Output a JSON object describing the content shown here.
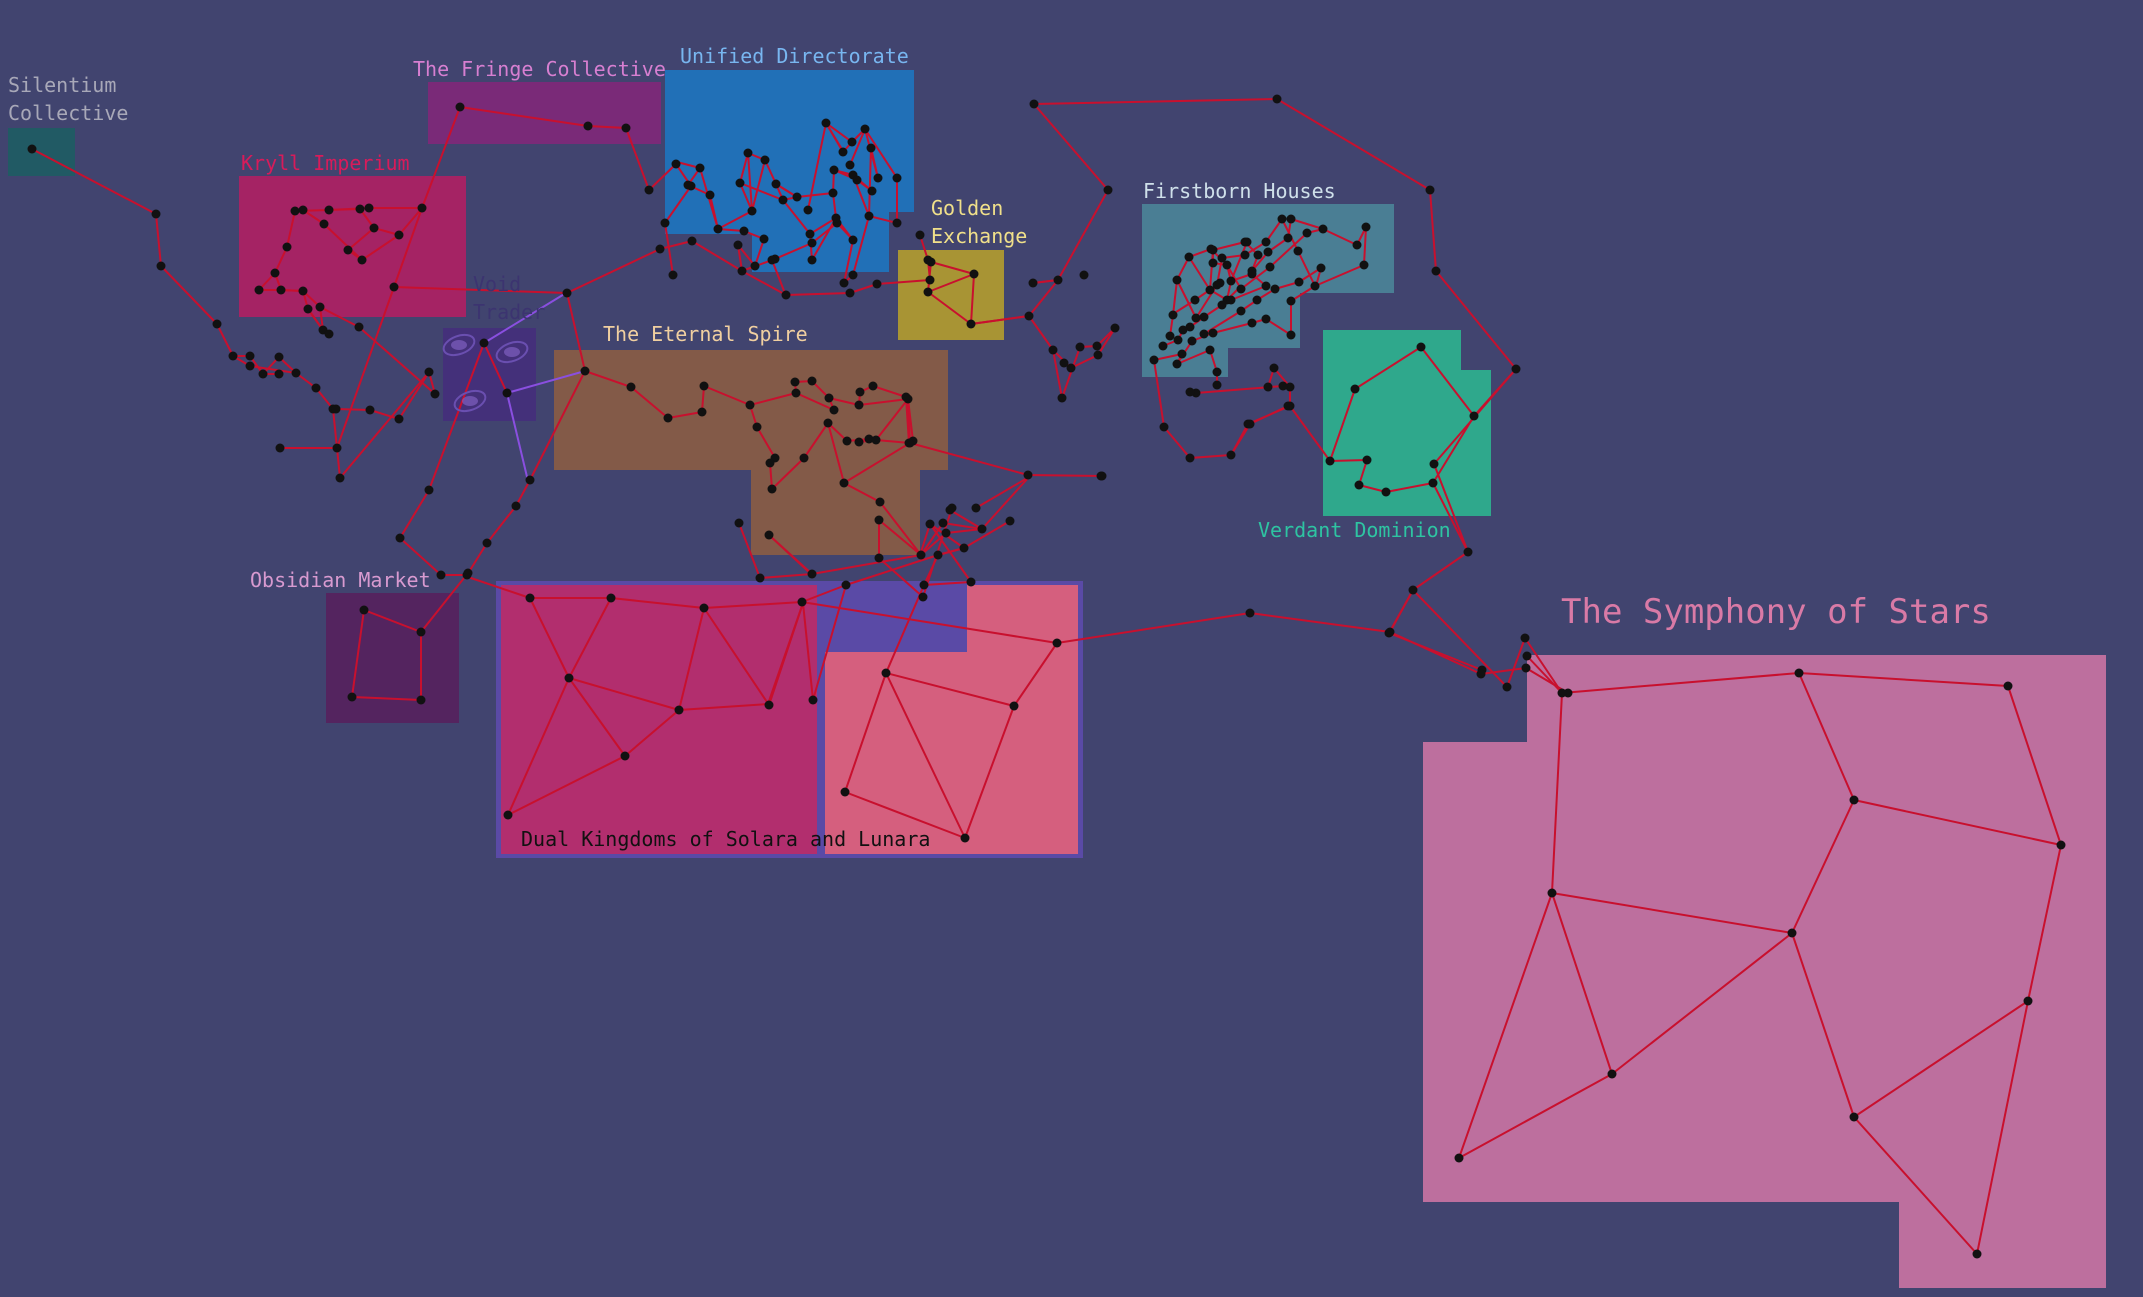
{
  "map": {
    "colors": {
      "background": "#41446f",
      "hyperlane": "#c8102e",
      "void_lane": "#8a4fe0",
      "star": "#111111"
    },
    "factions": [
      {
        "id": "silentium",
        "name": "Silentium Collective",
        "lines": [
          "Silentium",
          "Collective"
        ],
        "color": "#215a64",
        "label_color": "#a8a8b8"
      },
      {
        "id": "fringe",
        "name": "The Fringe Collective",
        "lines": [
          "The Fringe Collective"
        ],
        "color": "#7a2a78",
        "label_color": "#d77fd1"
      },
      {
        "id": "unified",
        "name": "Unified Directorate",
        "lines": [
          "Unified Directorate"
        ],
        "color": "#2170b7",
        "label_color": "#78b6f0"
      },
      {
        "id": "kryll",
        "name": "Kryll Imperium",
        "lines": [
          "Kryll Imperium"
        ],
        "color": "#a52364",
        "label_color": "#d81b5a"
      },
      {
        "id": "golden",
        "name": "Golden Exchange",
        "lines": [
          "Golden",
          "Exchange"
        ],
        "color": "#a89434",
        "label_color": "#f0e08a"
      },
      {
        "id": "firstborn",
        "name": "Firstborn Houses",
        "lines": [
          "Firstborn Houses"
        ],
        "color": "#4a7e94",
        "label_color": "#cfe0ea"
      },
      {
        "id": "void",
        "name": "Void Trader",
        "lines": [
          "Void",
          "Trader"
        ],
        "color": "#44307a",
        "label_color": "#3c3470"
      },
      {
        "id": "eternal",
        "name": "The Eternal Spire",
        "lines": [
          "The Eternal Spire"
        ],
        "color": "#835a48",
        "label_color": "#f0cfa0"
      },
      {
        "id": "verdant",
        "name": "Verdant Dominion",
        "lines": [
          "Verdant Dominion"
        ],
        "color": "#2fa88c",
        "label_color": "#2ec4a2"
      },
      {
        "id": "obsidian",
        "name": "Obsidian Market",
        "lines": [
          "Obsidian Market"
        ],
        "color": "#54245f",
        "label_color": "#d89ad0"
      },
      {
        "id": "dual",
        "name": "Dual Kingdoms of Solara and Lunara",
        "lines": [
          "Dual Kingdoms of Solara and Lunara"
        ],
        "color": "#b22e6e",
        "color_secondary": "#d55f7e",
        "border_color": "#5a4aa6",
        "label_color": "#111111"
      },
      {
        "id": "symphony",
        "name": "The Symphony of Stars",
        "lines": [
          "The Symphony of Stars"
        ],
        "color": "#bd6f9e",
        "label_color": "#d97aa6"
      }
    ]
  }
}
